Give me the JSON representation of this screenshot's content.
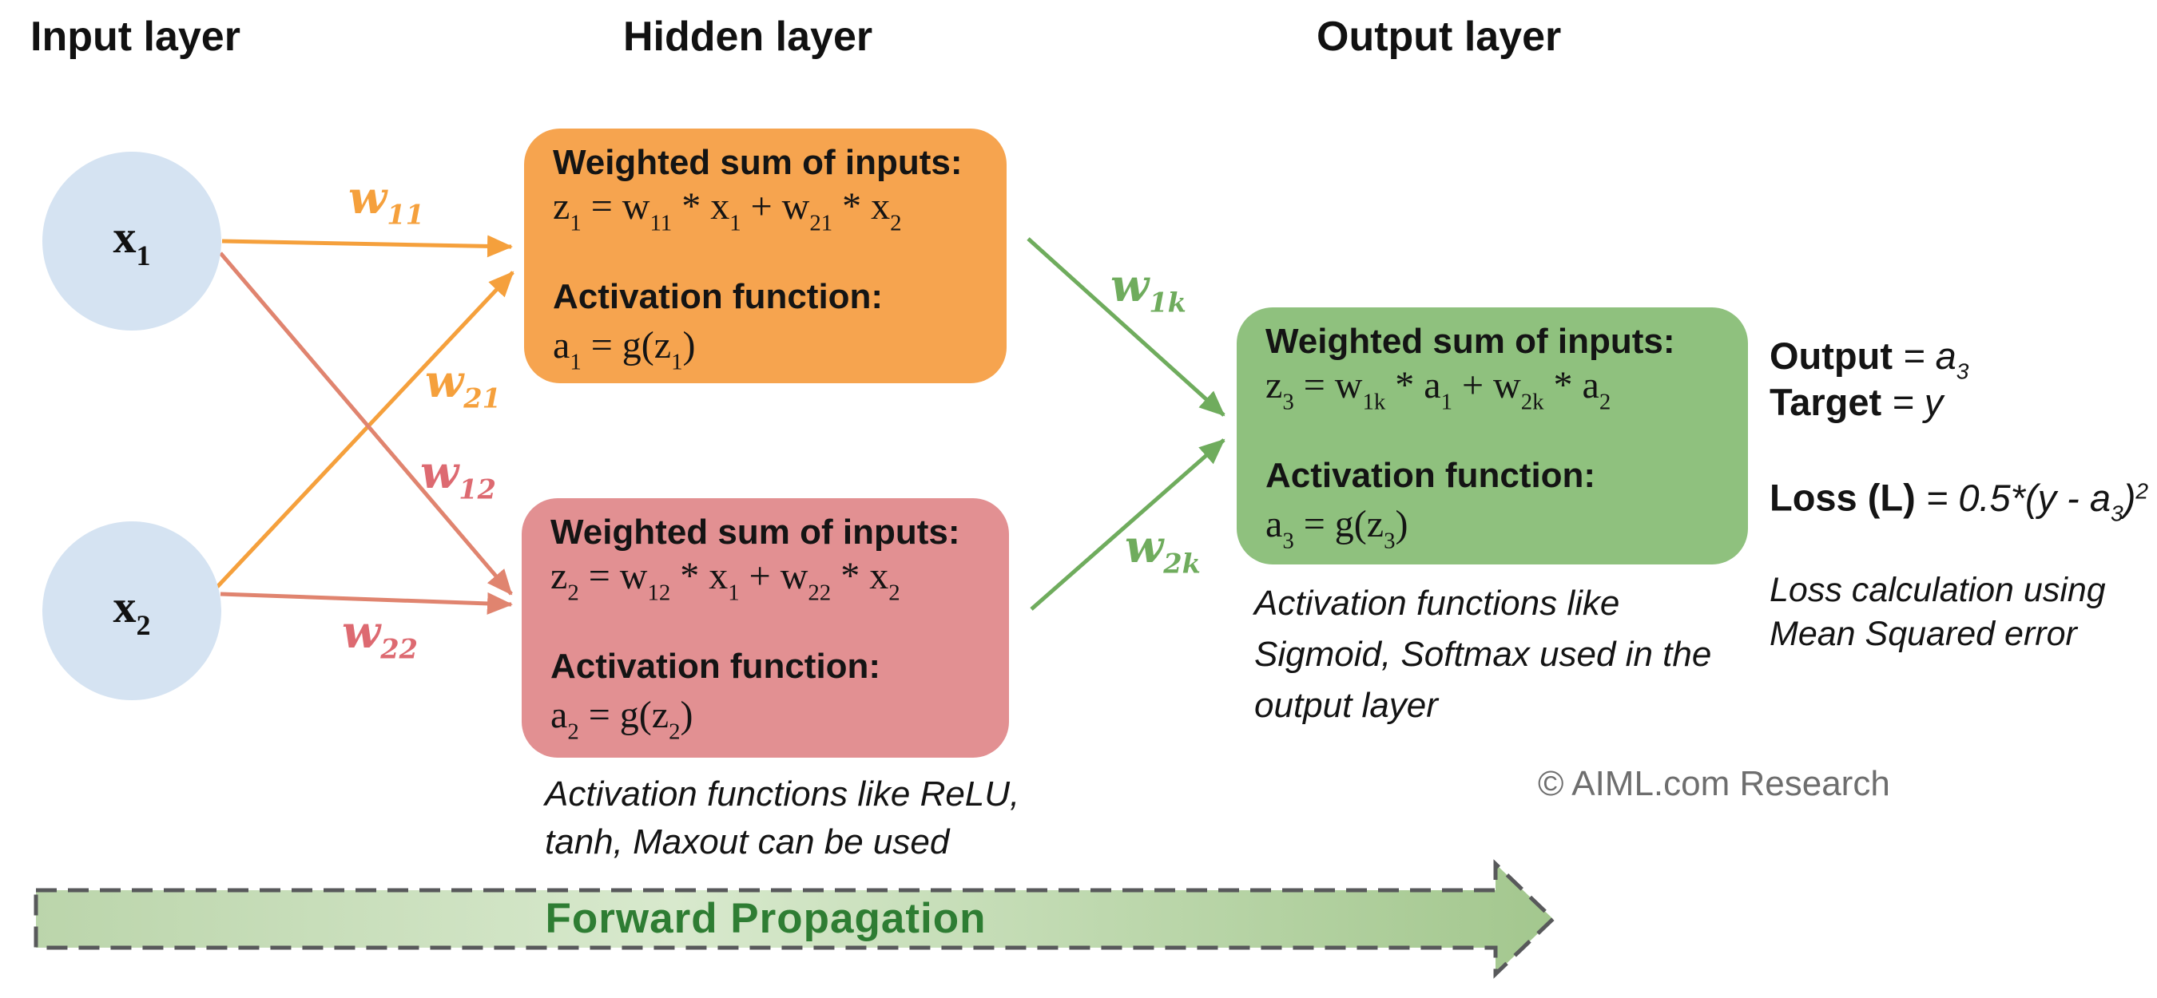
{
  "headings": {
    "input": "Input layer",
    "hidden": "Hidden layer",
    "output": "Output layer"
  },
  "input_layer": {
    "nodes": [
      {
        "label": "x{1}"
      },
      {
        "label": "x{2}"
      }
    ]
  },
  "hidden_layer": {
    "neuron1": {
      "sum_title": "Weighted sum of inputs:",
      "sum_formula": "z{1} =  w{11} * x{1} + w{21} * x{2}",
      "act_title": "Activation function:",
      "act_formula": "a{1} = g(z{1})"
    },
    "neuron2": {
      "sum_title": "Weighted sum of inputs:",
      "sum_formula": "z{2} =  w{12} * x{1} + w{22} * x{2}",
      "act_title": "Activation function:",
      "act_formula": "a{2} = g(z{2})"
    },
    "note": "Activation functions like ReLU,\ntanh, Maxout can be used"
  },
  "output_layer": {
    "neuron3": {
      "sum_title": "Weighted sum of inputs:",
      "sum_formula": "z{3} =  w{1k} * a{1} + w{2k} * a{2}",
      "act_title": "Activation function:",
      "act_formula": "a{3} = g(z{3})"
    },
    "note": "Activation functions like\nSigmoid, Softmax used in the\noutput layer"
  },
  "weights": {
    "w11": "w{11}",
    "w21": "w{21}",
    "w12": "w{12}",
    "w22": "w{22}",
    "w1k": "w{1k}",
    "w2k": "w{2k}"
  },
  "results": {
    "output": {
      "label": "Output",
      "value": " = a{3}"
    },
    "target": {
      "label": "Target",
      "value": " = y"
    },
    "loss": {
      "label": "Loss (L)",
      "value": " = 0.5*(y - a{3})^{2}"
    },
    "loss_note": "Loss calculation using\nMean Squared error"
  },
  "forward_arrow": {
    "label": "Forward Propagation"
  },
  "footer": {
    "copyright": "© AIML.com Research"
  },
  "colors": {
    "input_node_fill": "#D5E3F2",
    "hidden1_fill": "#F6A44F",
    "hidden2_fill": "#E29092",
    "output_fill": "#8FC17E",
    "weight_orange": "#F5A03C",
    "weight_rose": "#DD6A71",
    "weight_green": "#6FAC5D",
    "arrow_orange": "#F5A03C",
    "arrow_salmon": "#E0846F",
    "arrow_green": "#6FAC5D",
    "fp_text": "#2E7D33",
    "fp_border": "#58595B",
    "fp_fill_left": "#BBD5AB",
    "fp_fill_mid": "#D8E9CD",
    "fp_fill_right": "#A3C78E",
    "copyright_gray": "#6E6E6E"
  }
}
